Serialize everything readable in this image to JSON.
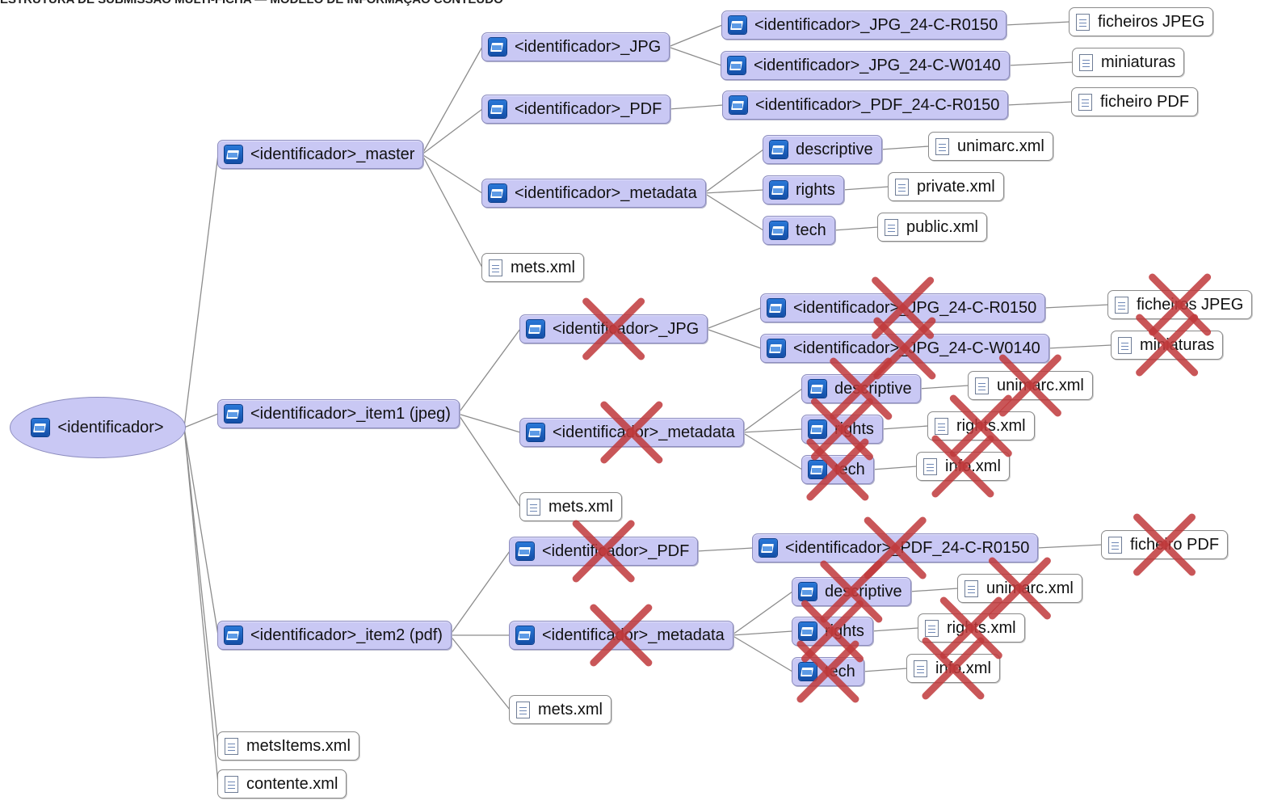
{
  "diagram_title": "ESTRUTURA DE SUBMISSÃO MULTI-FICHA — MODELO DE INFORMAÇÃO CONTEÚDO",
  "colors": {
    "folder_fill": "#c9c8f4",
    "folder_border": "#8d8dbf",
    "file_border": "#8a8a8a",
    "connector": "#8c8c8c",
    "cross": "#c0393b"
  },
  "nodes": {
    "root": {
      "label": "<identificador>",
      "icon": "folder-icon"
    },
    "master": {
      "label": "<identificador>_master",
      "icon": "folder-icon"
    },
    "m_jpg": {
      "label": "<identificador>_JPG",
      "icon": "folder-icon"
    },
    "m_jpg_r": {
      "label": "<identificador>_JPG_24-C-R0150",
      "icon": "folder-icon"
    },
    "m_jpg_r_f": {
      "label": "ficheiros JPEG",
      "icon": "document-icon"
    },
    "m_jpg_w": {
      "label": "<identificador>_JPG_24-C-W0140",
      "icon": "folder-icon"
    },
    "m_jpg_w_f": {
      "label": "miniaturas",
      "icon": "document-icon"
    },
    "m_pdf": {
      "label": "<identificador>_PDF",
      "icon": "folder-icon"
    },
    "m_pdf_r": {
      "label": "<identificador>_PDF_24-C-R0150",
      "icon": "folder-icon"
    },
    "m_pdf_r_f": {
      "label": "ficheiro PDF",
      "icon": "document-icon"
    },
    "m_meta": {
      "label": "<identificador>_metadata",
      "icon": "folder-icon"
    },
    "m_desc": {
      "label": "descriptive",
      "icon": "folder-icon"
    },
    "m_desc_f": {
      "label": "unimarc.xml",
      "icon": "document-icon"
    },
    "m_rights": {
      "label": "rights",
      "icon": "folder-icon"
    },
    "m_rights_f": {
      "label": "private.xml",
      "icon": "document-icon"
    },
    "m_tech": {
      "label": "tech",
      "icon": "folder-icon"
    },
    "m_tech_f": {
      "label": "public.xml",
      "icon": "document-icon"
    },
    "m_mets": {
      "label": "mets.xml",
      "icon": "document-icon"
    },
    "item1": {
      "label": "<identificador>_item1 (jpeg)",
      "icon": "folder-icon"
    },
    "i1_jpg": {
      "label": "<identificador>_JPG",
      "icon": "folder-icon"
    },
    "i1_jpg_r": {
      "label": "<identificador>_JPG_24-C-R0150",
      "icon": "folder-icon"
    },
    "i1_jpg_r_f": {
      "label": "ficheiros JPEG",
      "icon": "document-icon"
    },
    "i1_jpg_w": {
      "label": "<identificador>_JPG_24-C-W0140",
      "icon": "folder-icon"
    },
    "i1_jpg_w_f": {
      "label": "miniaturas",
      "icon": "document-icon"
    },
    "i1_meta": {
      "label": "<identificador>_metadata",
      "icon": "folder-icon"
    },
    "i1_desc": {
      "label": "descriptive",
      "icon": "folder-icon"
    },
    "i1_desc_f": {
      "label": "unimarc.xml",
      "icon": "document-icon"
    },
    "i1_rights": {
      "label": "rights",
      "icon": "folder-icon"
    },
    "i1_rights_f": {
      "label": "rights.xml",
      "icon": "document-icon"
    },
    "i1_tech": {
      "label": "tech",
      "icon": "folder-icon"
    },
    "i1_tech_f": {
      "label": "info.xml",
      "icon": "document-icon"
    },
    "i1_mets": {
      "label": "mets.xml",
      "icon": "document-icon"
    },
    "item2": {
      "label": "<identificador>_item2 (pdf)",
      "icon": "folder-icon"
    },
    "i2_pdf": {
      "label": "<identificador>_PDF",
      "icon": "folder-icon"
    },
    "i2_pdf_r": {
      "label": "<identificador>_PDF_24-C-R0150",
      "icon": "folder-icon"
    },
    "i2_pdf_r_f": {
      "label": "ficheiro PDF",
      "icon": "document-icon"
    },
    "i2_meta": {
      "label": "<identificador>_metadata",
      "icon": "folder-icon"
    },
    "i2_desc": {
      "label": "descriptive",
      "icon": "folder-icon"
    },
    "i2_desc_f": {
      "label": "unimarc.xml",
      "icon": "document-icon"
    },
    "i2_rights": {
      "label": "rights",
      "icon": "folder-icon"
    },
    "i2_rights_f": {
      "label": "rights.xml",
      "icon": "document-icon"
    },
    "i2_tech": {
      "label": "tech",
      "icon": "folder-icon"
    },
    "i2_tech_f": {
      "label": "info.xml",
      "icon": "document-icon"
    },
    "i2_mets": {
      "label": "mets.xml",
      "icon": "document-icon"
    },
    "metsitems": {
      "label": "metsItems.xml",
      "icon": "document-icon"
    },
    "contente": {
      "label": "contente.xml",
      "icon": "document-icon"
    }
  },
  "edges": [
    [
      "root",
      "master"
    ],
    [
      "root",
      "item1"
    ],
    [
      "root",
      "item2"
    ],
    [
      "root",
      "metsitems"
    ],
    [
      "root",
      "contente"
    ],
    [
      "master",
      "m_jpg"
    ],
    [
      "master",
      "m_pdf"
    ],
    [
      "master",
      "m_meta"
    ],
    [
      "master",
      "m_mets"
    ],
    [
      "m_jpg",
      "m_jpg_r"
    ],
    [
      "m_jpg",
      "m_jpg_w"
    ],
    [
      "m_jpg_r",
      "m_jpg_r_f"
    ],
    [
      "m_jpg_w",
      "m_jpg_w_f"
    ],
    [
      "m_pdf",
      "m_pdf_r"
    ],
    [
      "m_pdf_r",
      "m_pdf_r_f"
    ],
    [
      "m_meta",
      "m_desc"
    ],
    [
      "m_meta",
      "m_rights"
    ],
    [
      "m_meta",
      "m_tech"
    ],
    [
      "m_desc",
      "m_desc_f"
    ],
    [
      "m_rights",
      "m_rights_f"
    ],
    [
      "m_tech",
      "m_tech_f"
    ],
    [
      "item1",
      "i1_jpg"
    ],
    [
      "item1",
      "i1_meta"
    ],
    [
      "item1",
      "i1_mets"
    ],
    [
      "i1_jpg",
      "i1_jpg_r"
    ],
    [
      "i1_jpg",
      "i1_jpg_w"
    ],
    [
      "i1_jpg_r",
      "i1_jpg_r_f"
    ],
    [
      "i1_jpg_w",
      "i1_jpg_w_f"
    ],
    [
      "i1_meta",
      "i1_desc"
    ],
    [
      "i1_meta",
      "i1_rights"
    ],
    [
      "i1_meta",
      "i1_tech"
    ],
    [
      "i1_desc",
      "i1_desc_f"
    ],
    [
      "i1_rights",
      "i1_rights_f"
    ],
    [
      "i1_tech",
      "i1_tech_f"
    ],
    [
      "item2",
      "i2_pdf"
    ],
    [
      "item2",
      "i2_meta"
    ],
    [
      "item2",
      "i2_mets"
    ],
    [
      "i2_pdf",
      "i2_pdf_r"
    ],
    [
      "i2_pdf_r",
      "i2_pdf_r_f"
    ],
    [
      "i2_meta",
      "i2_desc"
    ],
    [
      "i2_meta",
      "i2_rights"
    ],
    [
      "i2_meta",
      "i2_tech"
    ],
    [
      "i2_desc",
      "i2_desc_f"
    ],
    [
      "i2_rights",
      "i2_rights_f"
    ],
    [
      "i2_tech",
      "i2_tech_f"
    ]
  ],
  "crossed_out": [
    "i1_jpg",
    "i1_jpg_r",
    "i1_jpg_w",
    "i1_jpg_r_f",
    "i1_jpg_w_f",
    "i1_meta",
    "i1_desc",
    "i1_rights",
    "i1_tech",
    "i1_desc_f",
    "i1_rights_f",
    "i1_tech_f",
    "i2_pdf",
    "i2_pdf_r",
    "i2_pdf_r_f",
    "i2_meta",
    "i2_desc",
    "i2_rights",
    "i2_tech",
    "i2_desc_f",
    "i2_rights_f",
    "i2_tech_f"
  ]
}
